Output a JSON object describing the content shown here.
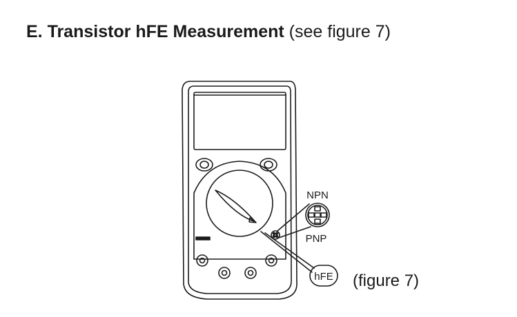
{
  "heading": {
    "bold_text": "E. Transistor hFE Measurement",
    "light_text": " (see figure 7)"
  },
  "figure": {
    "socket_top_label": "NPN",
    "socket_bottom_label": "PNP",
    "callout_label": "hFE",
    "caption": "(figure 7)"
  },
  "colors": {
    "ink": "#1a1a1a",
    "background": "#ffffff"
  }
}
